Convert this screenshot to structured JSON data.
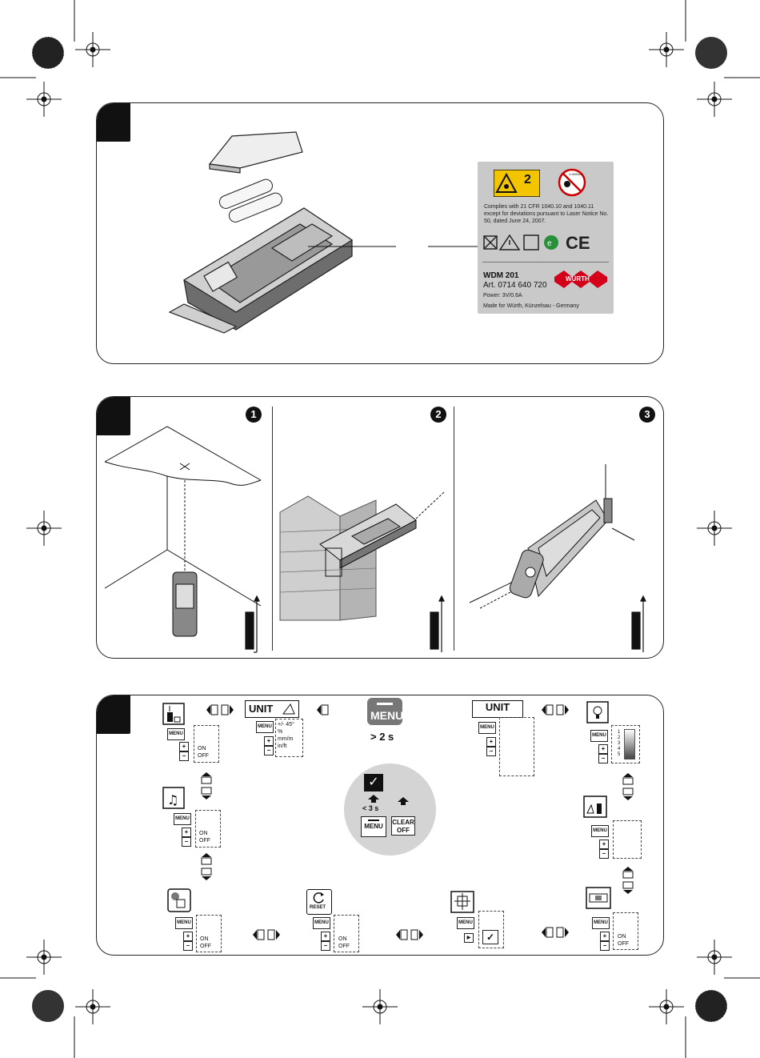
{
  "sticker": {
    "laser_class": "2",
    "laser_sign_text": "λ=650nm",
    "compliance": "Complies with 21 CFR 1040.10 and 1040.11 except for deviations pursuant to Laser Notice No. 50, dated June 24, 2007.",
    "model": "WDM 201",
    "article": "Art. 0714 640 720",
    "power": "Power: 3V/0.6A",
    "made": "Made for Würth, Künzelsau - Germany",
    "brand": "WÜRTH"
  },
  "panel2": {
    "step1": "1",
    "step2": "2",
    "step3": "3"
  },
  "panel3": {
    "unit_label": "UNIT",
    "unit_options": [
      "+/- 45°",
      "%",
      "mm/m",
      "in/ft"
    ],
    "menu_label": "MENU",
    "hold_label": "> 2 s",
    "plus": "+",
    "minus": "−",
    "on": "ON",
    "off": "OFF",
    "short_press": "< 3 s",
    "clear_label": "CLEAR OFF",
    "reset_label": "RESET",
    "brightness_levels": [
      "1",
      "2",
      "3",
      "4",
      "5"
    ],
    "check": "✓"
  },
  "colors": {
    "sticker_bg": "#c9c9c9",
    "laser_yellow": "#f2c500",
    "wurth_red": "#d4001a",
    "black": "#111111"
  }
}
